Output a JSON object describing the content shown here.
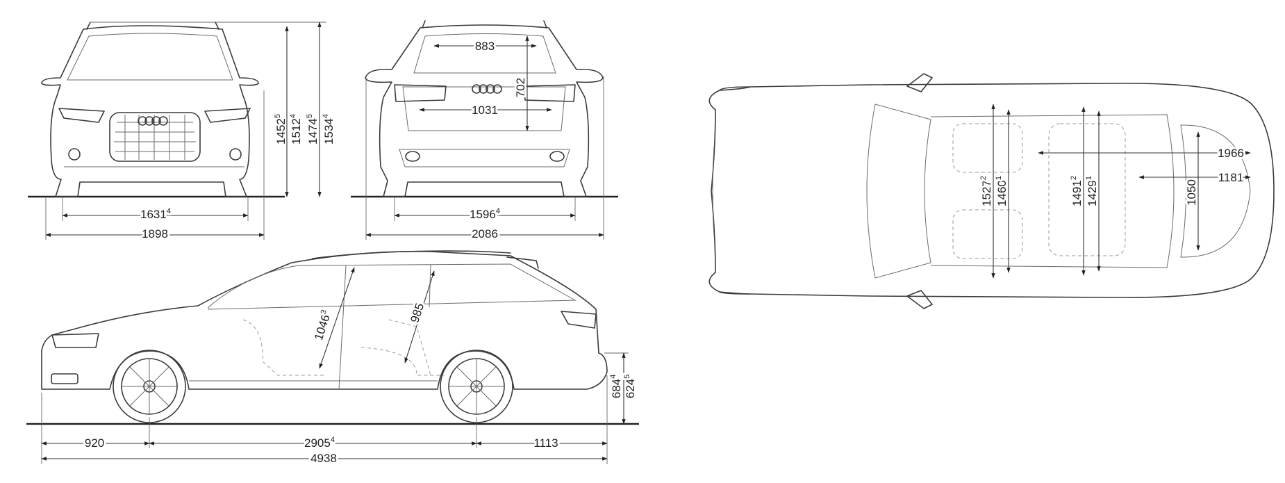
{
  "dimensions": {
    "front_height_1": "1452",
    "front_height_1_sup": "5",
    "front_height_2": "1512",
    "front_height_2_sup": "4",
    "front_height_3": "1474",
    "front_height_3_sup": "5",
    "front_height_4": "1534",
    "front_height_4_sup": "4",
    "front_track": "1631",
    "front_track_sup": "4",
    "width_body": "1898",
    "rear_top_width": "883",
    "rear_height": "702",
    "rear_opening_width": "1031",
    "rear_track": "1596",
    "rear_track_sup": "4",
    "width_mirrors": "2086",
    "side_interior_1": "1046",
    "side_interior_1_sup": "3",
    "side_interior_2": "985",
    "load_height_1": "684",
    "load_height_1_sup": "4",
    "load_height_2": "624",
    "load_height_2_sup": "5",
    "front_overhang": "920",
    "wheelbase": "2905",
    "wheelbase_sup": "4",
    "rear_overhang": "1113",
    "overall_length": "4938",
    "top_width_1": "1527",
    "top_width_1_sup": "2",
    "top_width_2": "1460",
    "top_width_2_sup": "1",
    "top_width_3": "1491",
    "top_width_3_sup": "2",
    "top_width_4": "1429",
    "top_width_4_sup": "1",
    "cargo_length_1": "1966",
    "cargo_length_2": "1181",
    "cargo_width": "1050"
  }
}
